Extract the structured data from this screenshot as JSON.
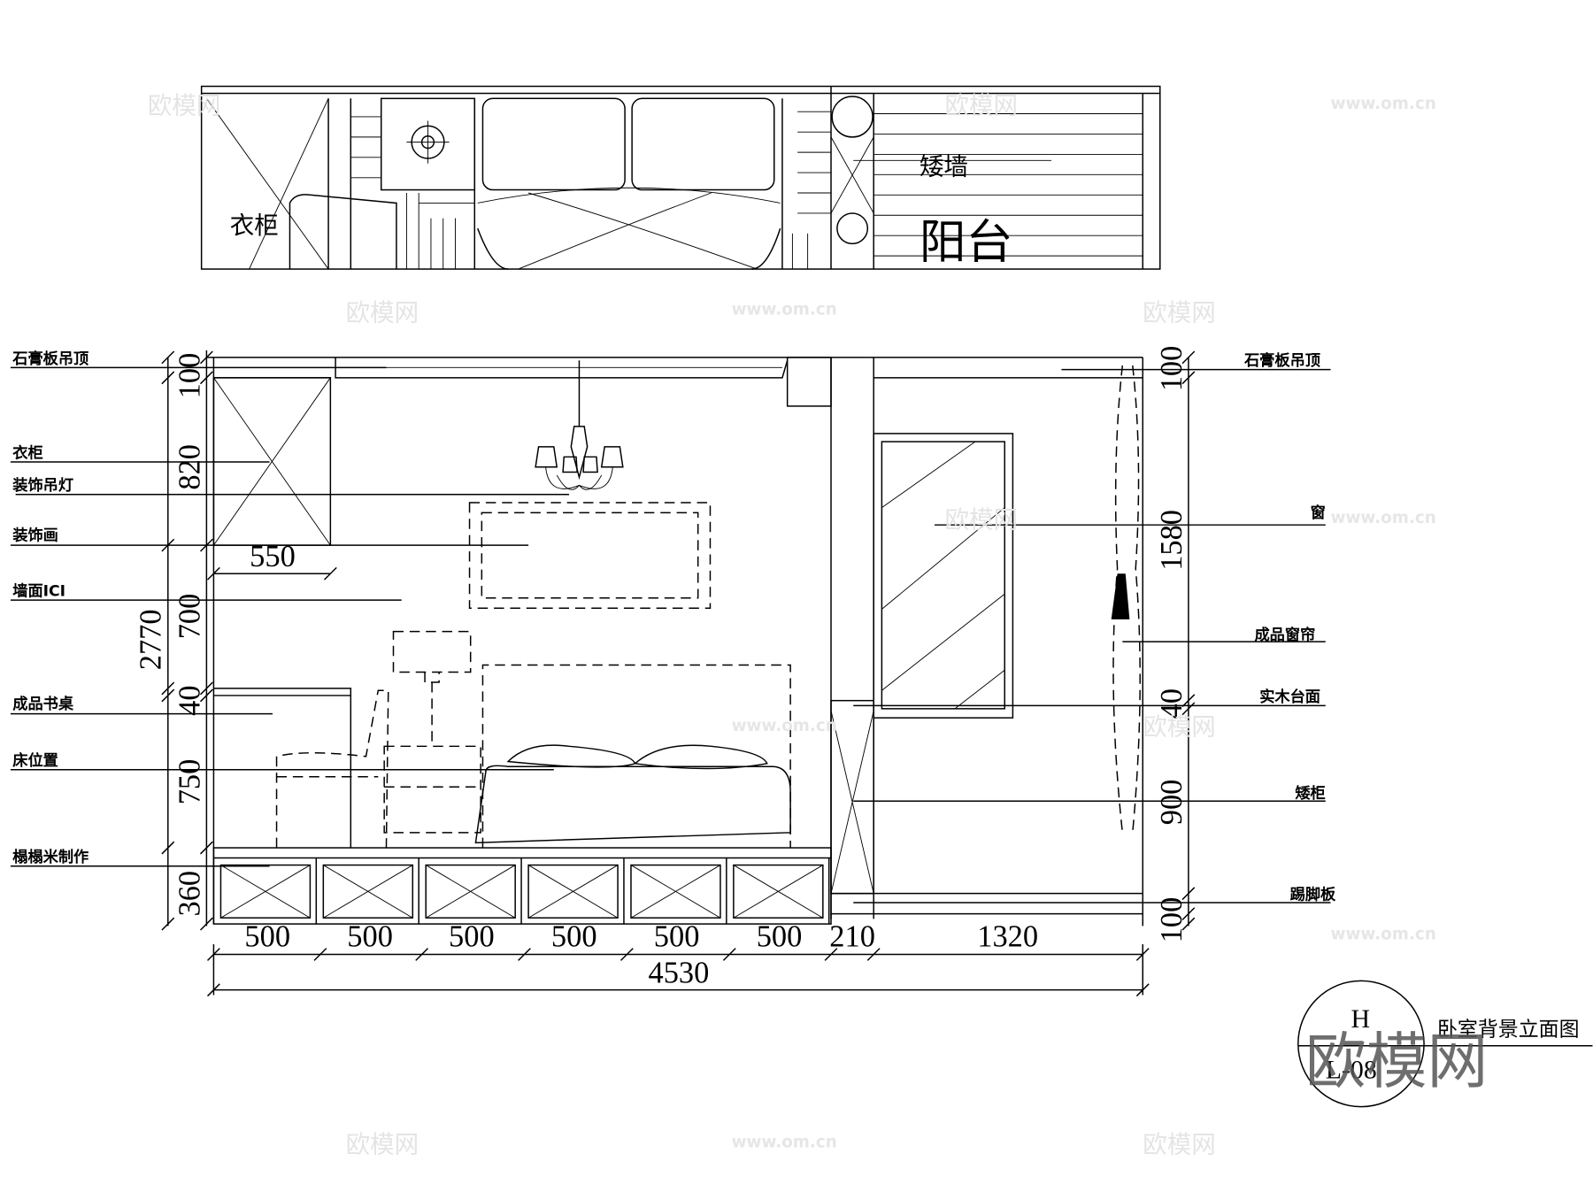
{
  "plan": {
    "wardrobe": "衣柜",
    "low_wall": "矮墙",
    "balcony": "阳台"
  },
  "left_labels": [
    "石膏板吊顶",
    "衣柜",
    "装饰吊灯",
    "装饰画",
    "墙面ICI",
    "成品书桌",
    "床位置",
    "榻榻米制作"
  ],
  "right_labels": [
    "石膏板吊顶",
    "窗",
    "成品窗帘",
    "实木台面",
    "矮柜",
    "踢脚板"
  ],
  "left_dims": [
    "100",
    "820",
    "700",
    "40",
    "750",
    "360"
  ],
  "left_total": "2770",
  "right_dims": [
    "100",
    "1580",
    "40",
    "900",
    "100"
  ],
  "wardrobe_width": "550",
  "bottom_dims": [
    "500",
    "500",
    "500",
    "500",
    "500",
    "500",
    "210",
    "1320"
  ],
  "bottom_total": "4530",
  "title_block": {
    "letter": "H",
    "code": "L-08",
    "title": "卧室背景立面图"
  },
  "watermark": {
    "logo": "欧模网",
    "url": "www.om.cn"
  }
}
